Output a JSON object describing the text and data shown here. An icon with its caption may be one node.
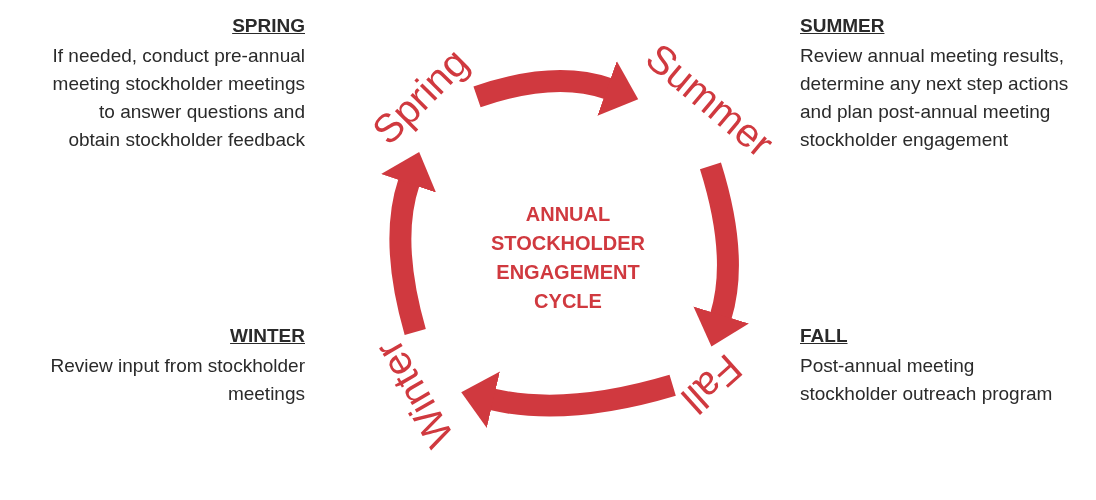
{
  "diagram": {
    "nodes": [
      {
        "text": [
          "Spring"
        ]
      },
      {
        "text": [
          "Summer"
        ]
      },
      {
        "text": [
          "Winter"
        ]
      },
      {
        "text": [
          "Fall"
        ]
      }
    ],
    "edges": [
      {
        "from": 0,
        "to": 1,
        "arrow": "to"
      },
      {
        "from": 1,
        "to": 3,
        "arrow": "to"
      },
      {
        "from": 3,
        "to": 2,
        "arrow": "to"
      },
      {
        "from": 2,
        "to": 0,
        "arrow": "to"
      }
    ],
    "labels": [
      "SPRING",
      "If needed, conduct pre-annual meeting stockholder meetings to answer questions and obtain stockholder feedback",
      "SUMMER",
      "Review annual meeting results, determine any next step actions and plan post-annual meeting stockholder engagement",
      "ANNUAL STOCKHOLDER ENGAGEMENT CYCLE",
      "WINTER",
      "Review input from stockholder meetings",
      "FALL",
      "Post-annual meeting stockholder outreach program"
    ]
  }
}
